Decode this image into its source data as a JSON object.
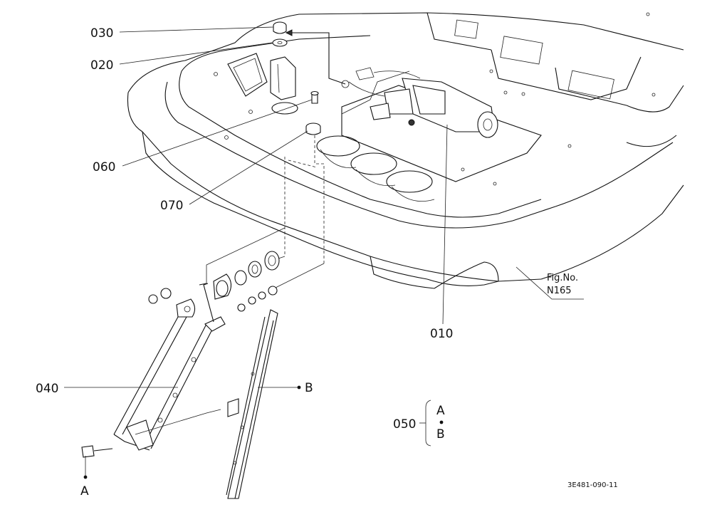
{
  "callouts": {
    "p030": "030",
    "p020": "020",
    "p060": "060",
    "p070": "070",
    "p010": "010",
    "p040": "040",
    "p050": "050"
  },
  "markers": {
    "a_bottom": "A",
    "b_right": "B",
    "brace_a": "A",
    "brace_b": "B"
  },
  "fig": {
    "line1": "Fig.No.",
    "line2": "N165"
  },
  "drawing_code": "3E481-090-11"
}
